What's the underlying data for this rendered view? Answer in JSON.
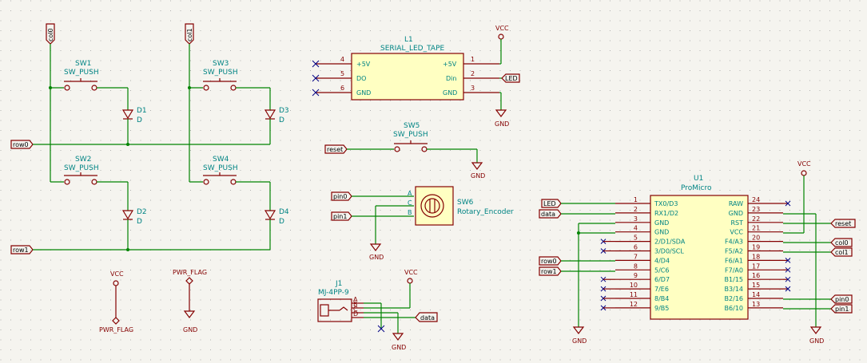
{
  "labels": {
    "col0": "col0",
    "col1": "col1",
    "row0": "row0",
    "row1": "row1",
    "LED": "LED",
    "reset": "reset",
    "pin0": "pin0",
    "pin1": "pin1",
    "data": "data"
  },
  "power": {
    "vcc": "VCC",
    "gnd": "GND",
    "pwr_flag": "PWR_FLAG"
  },
  "switches": [
    {
      "ref": "SW1",
      "value": "SW_PUSH"
    },
    {
      "ref": "SW2",
      "value": "SW_PUSH"
    },
    {
      "ref": "SW3",
      "value": "SW_PUSH"
    },
    {
      "ref": "SW4",
      "value": "SW_PUSH"
    },
    {
      "ref": "SW5",
      "value": "SW_PUSH"
    }
  ],
  "diodes": [
    {
      "ref": "D1",
      "value": "D"
    },
    {
      "ref": "D2",
      "value": "D"
    },
    {
      "ref": "D3",
      "value": "D"
    },
    {
      "ref": "D4",
      "value": "D"
    }
  ],
  "led_tape": {
    "ref": "L1",
    "value": "SERIAL_LED_TAPE",
    "pins_left": [
      {
        "num": "4",
        "name": "+5V"
      },
      {
        "num": "5",
        "name": "DO"
      },
      {
        "num": "6",
        "name": "GND"
      }
    ],
    "pins_right": [
      {
        "num": "1",
        "name": "+5V"
      },
      {
        "num": "2",
        "name": "Din"
      },
      {
        "num": "3",
        "name": "GND"
      }
    ]
  },
  "encoder": {
    "ref": "SW6",
    "value": "Rotary_Encoder",
    "pins": [
      "A",
      "C",
      "B"
    ]
  },
  "jack": {
    "ref": "J1",
    "value": "MJ-4PP-9",
    "pins": [
      "A",
      "B",
      "C",
      "D"
    ]
  },
  "mcu": {
    "ref": "U1",
    "value": "ProMicro",
    "left": [
      {
        "num": "1",
        "name": "TX0/D3"
      },
      {
        "num": "2",
        "name": "RX1/D2"
      },
      {
        "num": "3",
        "name": "GND"
      },
      {
        "num": "4",
        "name": "GND"
      },
      {
        "num": "5",
        "name": "2/D1/SDA"
      },
      {
        "num": "6",
        "name": "3/D0/SCL"
      },
      {
        "num": "7",
        "name": "4/D4"
      },
      {
        "num": "8",
        "name": "5/C6"
      },
      {
        "num": "9",
        "name": "6/D7"
      },
      {
        "num": "10",
        "name": "7/E6"
      },
      {
        "num": "11",
        "name": "8/B4"
      },
      {
        "num": "12",
        "name": "9/B5"
      }
    ],
    "right": [
      {
        "num": "24",
        "name": "RAW"
      },
      {
        "num": "23",
        "name": "GND"
      },
      {
        "num": "22",
        "name": "RST"
      },
      {
        "num": "21",
        "name": "VCC"
      },
      {
        "num": "20",
        "name": "F4/A3"
      },
      {
        "num": "19",
        "name": "F5/A2"
      },
      {
        "num": "18",
        "name": "F6/A1"
      },
      {
        "num": "17",
        "name": "F7/A0"
      },
      {
        "num": "16",
        "name": "B1/15"
      },
      {
        "num": "15",
        "name": "B3/14"
      },
      {
        "num": "14",
        "name": "B2/16"
      },
      {
        "num": "13",
        "name": "B6/10"
      }
    ]
  }
}
